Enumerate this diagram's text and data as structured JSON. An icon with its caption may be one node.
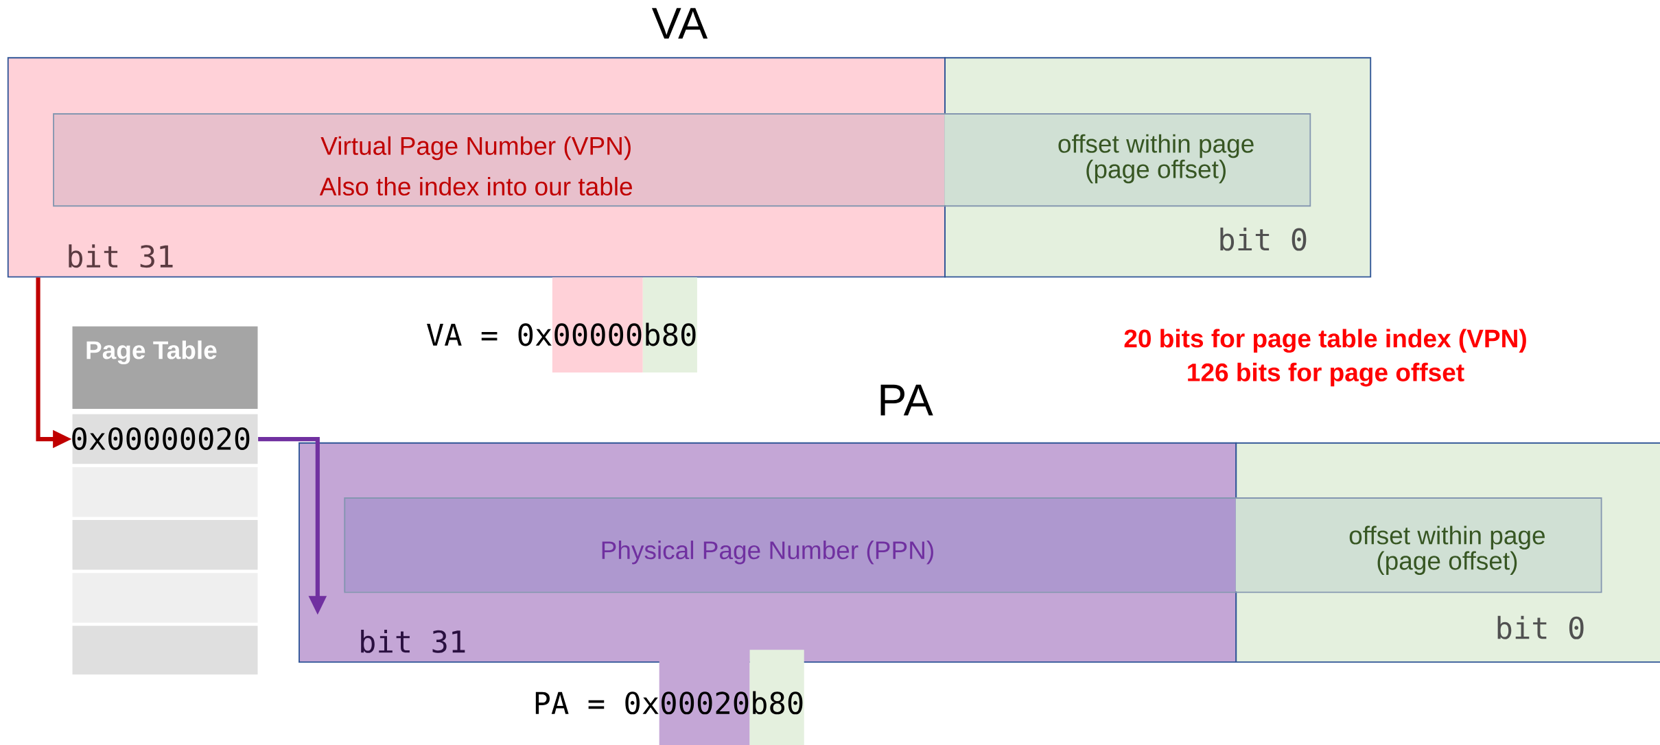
{
  "diagram": {
    "nodes": [
      {
        "text": [
          "bit 31"
        ]
      },
      {
        "text": [
          "offset within page (page offset)",
          "bit 0"
        ]
      },
      {
        "text": [
          "Virtual Page Number (VPN)",
          "Also the index into our table"
        ]
      },
      {
        "text": [
          "Page Table"
        ]
      },
      {
        "text": [
          "0x00000020"
        ]
      },
      {
        "text": [],
        "shape": "box"
      },
      {
        "text": [],
        "shape": "box"
      },
      {
        "text": [],
        "shape": "box"
      },
      {
        "text": [],
        "shape": "box"
      },
      {
        "text": [
          "bit 31"
        ]
      },
      {
        "text": [
          "offset within page (page offset)",
          "bit 0"
        ]
      },
      {
        "text": [
          "Physical Page Number (PPN)"
        ]
      }
    ],
    "edges": [
      {
        "from": 0,
        "to": 4,
        "arrow": "to",
        "color": "#c00000"
      },
      {
        "from": 4,
        "to": 9,
        "arrow": "to",
        "color": "#7030a0"
      }
    ],
    "labels": [
      "VA",
      "VA = 0x00000b80",
      "20 bits for page table index (VPN)",
      "126 bits for page offset",
      "PA",
      "PA = 0x00020b80"
    ]
  }
}
